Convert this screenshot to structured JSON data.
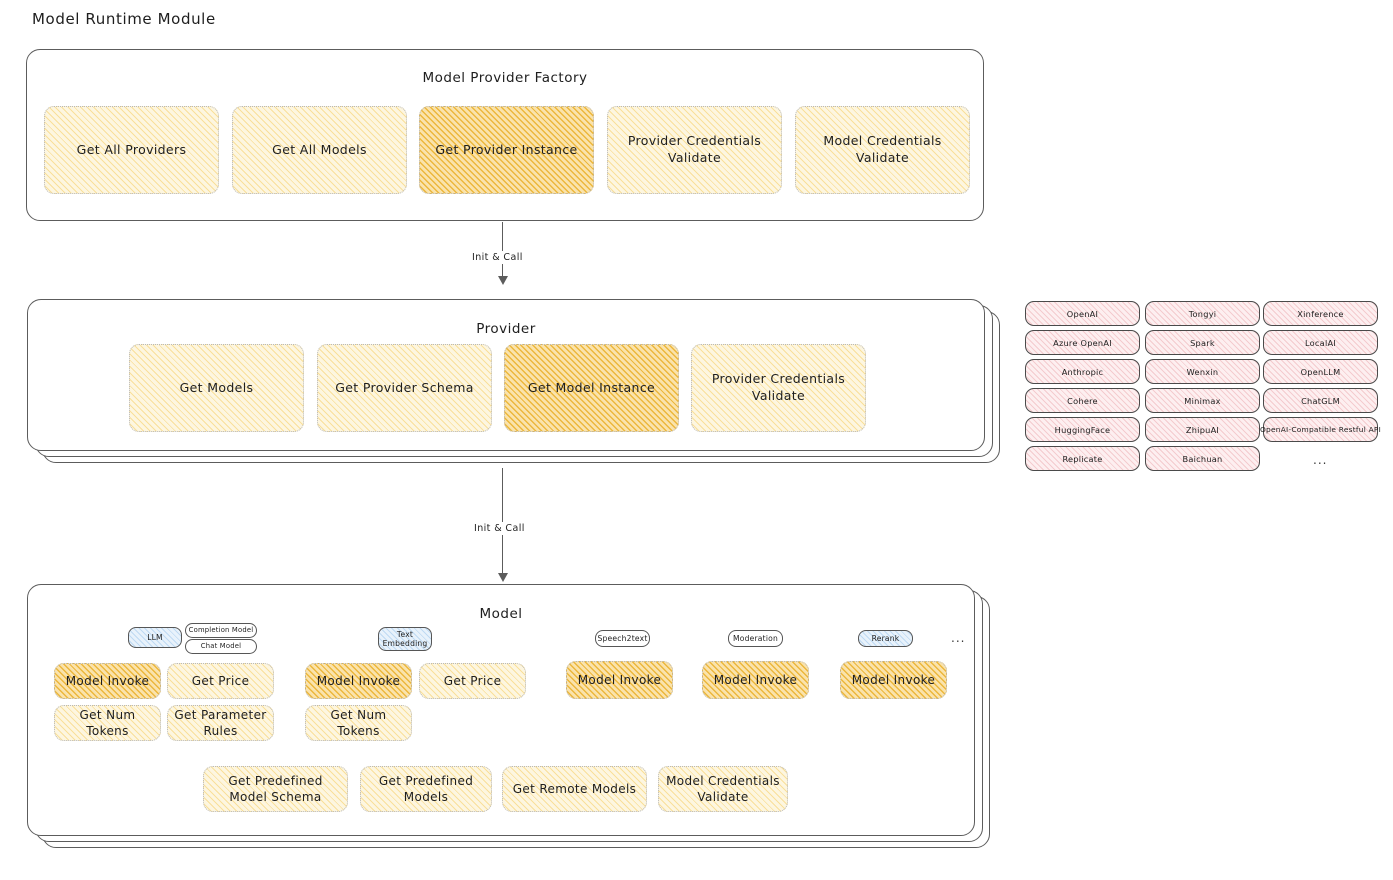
{
  "page": {
    "title": "Model Runtime Module"
  },
  "factory": {
    "title": "Model Provider Factory",
    "boxes": [
      {
        "label": "Get All Providers",
        "highlighted": false
      },
      {
        "label": "Get All Models",
        "highlighted": false
      },
      {
        "label": "Get Provider Instance",
        "highlighted": true
      },
      {
        "label": "Provider Credentials Validate",
        "highlighted": false
      },
      {
        "label": "Model Credentials Validate",
        "highlighted": false
      }
    ]
  },
  "arrows": [
    {
      "label": "Init & Call",
      "from": "Model Provider Factory",
      "to": "Provider"
    },
    {
      "label": "Init & Call",
      "from": "Provider",
      "to": "Model"
    }
  ],
  "provider": {
    "title": "Provider",
    "boxes": [
      {
        "label": "Get Models",
        "highlighted": false
      },
      {
        "label": "Get Provider Schema",
        "highlighted": false
      },
      {
        "label": "Get Model Instance",
        "highlighted": true
      },
      {
        "label": "Provider Credentials Validate",
        "highlighted": false
      }
    ]
  },
  "provider_list": {
    "columns": [
      [
        "OpenAI",
        "Azure OpenAI",
        "Anthropic",
        "Cohere",
        "HuggingFace",
        "Replicate"
      ],
      [
        "Tongyi",
        "Spark",
        "Wenxin",
        "Minimax",
        "ZhipuAI",
        "Baichuan"
      ],
      [
        "Xinference",
        "LocalAI",
        "OpenLLM",
        "ChatGLM",
        "OpenAI-Compatible Restful API"
      ]
    ],
    "more": "..."
  },
  "model": {
    "title": "Model",
    "more": "...",
    "groups": [
      {
        "chip": "LLM",
        "chip_style": "blue",
        "sub_chips": [
          "Completion Model",
          "Chat Model"
        ],
        "boxes": [
          {
            "label": "Model Invoke",
            "highlighted": true
          },
          {
            "label": "Get Price",
            "highlighted": false
          },
          {
            "label": "Get Num Tokens",
            "highlighted": false
          },
          {
            "label": "Get Parameter Rules",
            "highlighted": false
          }
        ]
      },
      {
        "chip": "Text Embedding",
        "chip_style": "blue",
        "sub_chips": [],
        "boxes": [
          {
            "label": "Model Invoke",
            "highlighted": true
          },
          {
            "label": "Get Price",
            "highlighted": false
          },
          {
            "label": "Get Num Tokens",
            "highlighted": false
          }
        ]
      },
      {
        "chip": "Speech2text",
        "chip_style": "white",
        "sub_chips": [],
        "boxes": [
          {
            "label": "Model Invoke",
            "highlighted": true
          }
        ]
      },
      {
        "chip": "Moderation",
        "chip_style": "white",
        "sub_chips": [],
        "boxes": [
          {
            "label": "Model Invoke",
            "highlighted": true
          }
        ]
      },
      {
        "chip": "Rerank",
        "chip_style": "blue",
        "sub_chips": [],
        "boxes": [
          {
            "label": "Model Invoke",
            "highlighted": true
          }
        ]
      }
    ],
    "common_boxes": [
      "Get Predefined Model Schema",
      "Get Predefined Models",
      "Get Remote Models",
      "Model Credentials Validate"
    ]
  },
  "colors": {
    "highlight_fill": "#fae3ac",
    "box_fill": "#fdf6e0",
    "provider_chip_fill": "#fdeff0",
    "type_chip_blue": "#e8f2fb",
    "stroke": "#5c5c5c"
  }
}
